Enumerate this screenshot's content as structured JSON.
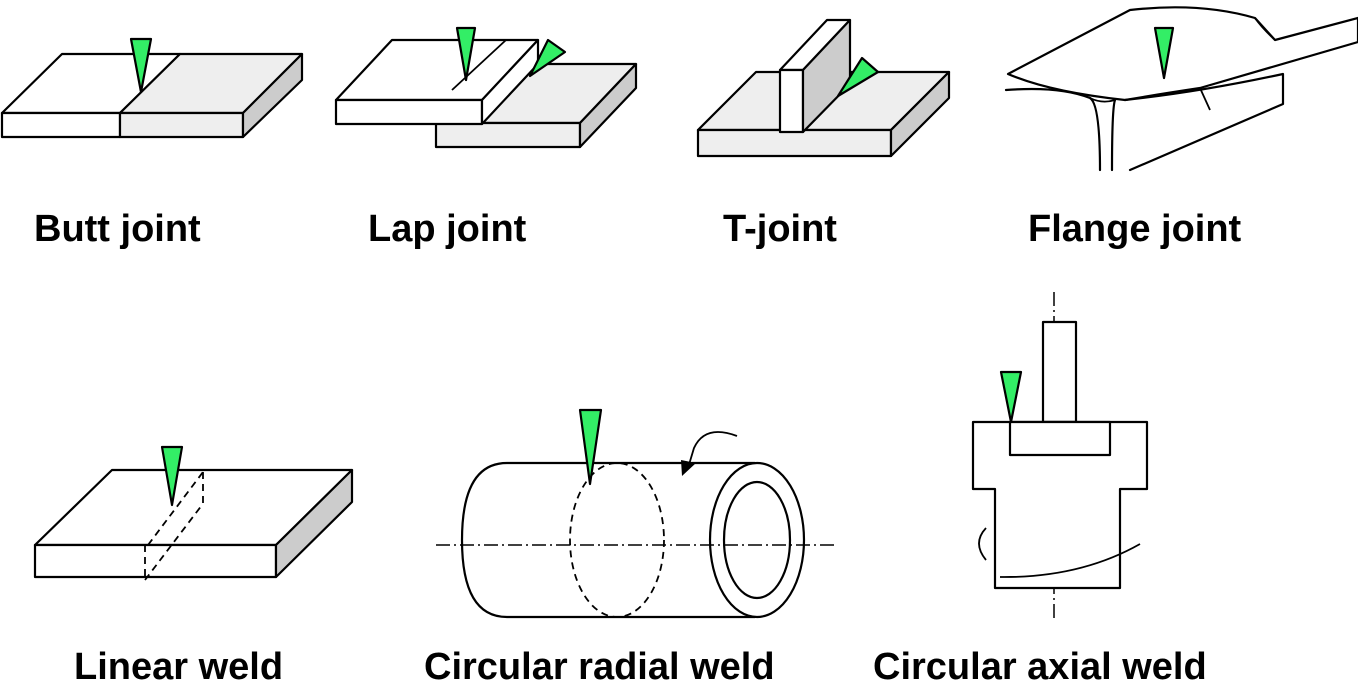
{
  "colors": {
    "outline": "#000000",
    "face_white": "#ffffff",
    "face_light": "#eeeeee",
    "face_side": "#cccccc",
    "torch": "#33ee66"
  },
  "joints": [
    {
      "label": "Butt joint",
      "icon": "butt-joint-illustration"
    },
    {
      "label": "Lap joint",
      "icon": "lap-joint-illustration"
    },
    {
      "label": "T-joint",
      "icon": "t-joint-illustration"
    },
    {
      "label": "Flange joint",
      "icon": "flange-joint-illustration"
    }
  ],
  "welds": [
    {
      "label": "Linear weld",
      "icon": "linear-weld-illustration"
    },
    {
      "label": "Circular radial weld",
      "icon": "circular-radial-weld-illustration"
    },
    {
      "label": "Circular axial weld",
      "icon": "circular-axial-weld-illustration"
    }
  ]
}
